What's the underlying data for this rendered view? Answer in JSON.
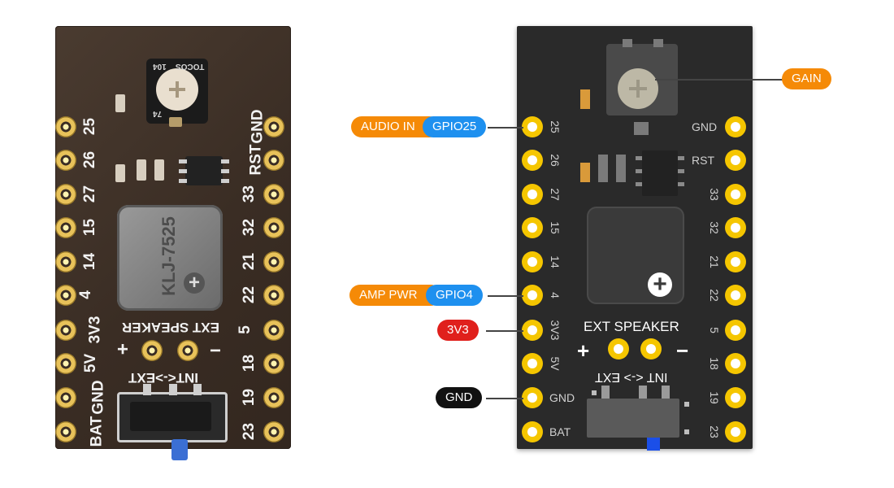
{
  "photo": {
    "left_labels": [
      "25",
      "26",
      "27",
      "15",
      "14",
      "4",
      "3V3",
      "5V",
      "GND",
      "BAT"
    ],
    "right_labels": [
      "GND",
      "RST",
      "33",
      "32",
      "21",
      "22",
      "5",
      "18",
      "19",
      "23"
    ],
    "pot_text": [
      "104",
      "TOCOS",
      "74"
    ],
    "speaker_text": "KLJ-7525",
    "ext_speaker": "EXT SPEAKER",
    "plus": "+",
    "minus": "−",
    "int_ext": "INT<->EXT"
  },
  "diagram": {
    "left_numbers": [
      "25",
      "26",
      "27",
      "15",
      "14",
      "4",
      "3V3",
      "5V"
    ],
    "left_names": [
      "GND",
      "BAT"
    ],
    "right_names": [
      "GND",
      "RST"
    ],
    "right_numbers": [
      "33",
      "32",
      "21",
      "22",
      "5",
      "18",
      "19",
      "23"
    ],
    "ext_speaker": "EXT SPEAKER",
    "plus": "+",
    "minus": "−",
    "int_ext": "INT <-> EXT"
  },
  "callouts": {
    "gain": "GAIN",
    "audio_in": "AUDIO IN",
    "gpio25": "GPIO25",
    "amp_pwr": "AMP PWR",
    "gpio4": "GPIO4",
    "v3v3": "3V3",
    "gnd": "GND"
  },
  "colors": {
    "orange": "#f58a07",
    "blue": "#1e90ef",
    "red": "#e0201c",
    "black": "#111111",
    "pad_yellow": "#f5c600"
  }
}
